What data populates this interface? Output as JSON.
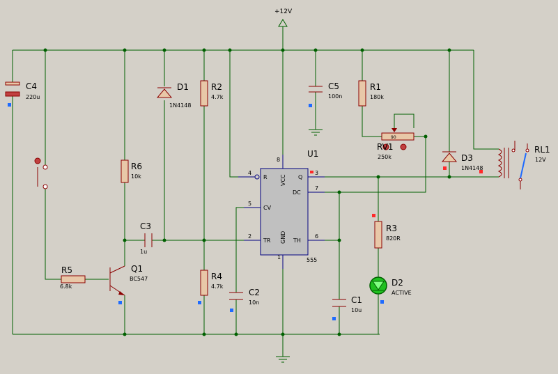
{
  "colors": {
    "background": "#d4d0c8",
    "wire": "#006000",
    "component": "#8b0000",
    "chip": "#000080",
    "marker_blue": "#1e6bff",
    "marker_red": "#ff2a2a",
    "led": "#20c020"
  },
  "power": {
    "label": "+12V"
  },
  "components": {
    "C4": {
      "ref": "C4",
      "value": "220u"
    },
    "C5": {
      "ref": "C5",
      "value": "100n"
    },
    "D1": {
      "ref": "D1",
      "value": "1N4148"
    },
    "R2": {
      "ref": "R2",
      "value": "4.7k"
    },
    "R1": {
      "ref": "R1",
      "value": "180k"
    },
    "RV1": {
      "ref": "RV1",
      "value": "250k",
      "tag": "90"
    },
    "U1": {
      "ref": "U1",
      "value": "555"
    },
    "D3": {
      "ref": "D3",
      "value": "1N4148"
    },
    "RL1": {
      "ref": "RL1",
      "value": "12V"
    },
    "R6": {
      "ref": "R6",
      "value": "10k"
    },
    "C3": {
      "ref": "C3",
      "value": "1u"
    },
    "R5": {
      "ref": "R5",
      "value": "6.8k"
    },
    "Q1": {
      "ref": "Q1",
      "value": "BC547"
    },
    "R4": {
      "ref": "R4",
      "value": "4.7k"
    },
    "C2": {
      "ref": "C2",
      "value": "10n"
    },
    "C1": {
      "ref": "C1",
      "value": "10u"
    },
    "R3": {
      "ref": "R3",
      "value": "820R"
    },
    "D2": {
      "ref": "D2",
      "value": "ACTIVE"
    }
  },
  "chip": {
    "pins": {
      "R": "R",
      "VCC": "VCC",
      "Q": "Q",
      "DC": "DC",
      "CV": "CV",
      "TR": "TR",
      "GND": "GND",
      "TH": "TH"
    },
    "numbers": {
      "p4": "4",
      "p8": "8",
      "p3": "3",
      "p7": "7",
      "p5": "5",
      "p2": "2",
      "p6": "6",
      "p1": "1"
    }
  }
}
